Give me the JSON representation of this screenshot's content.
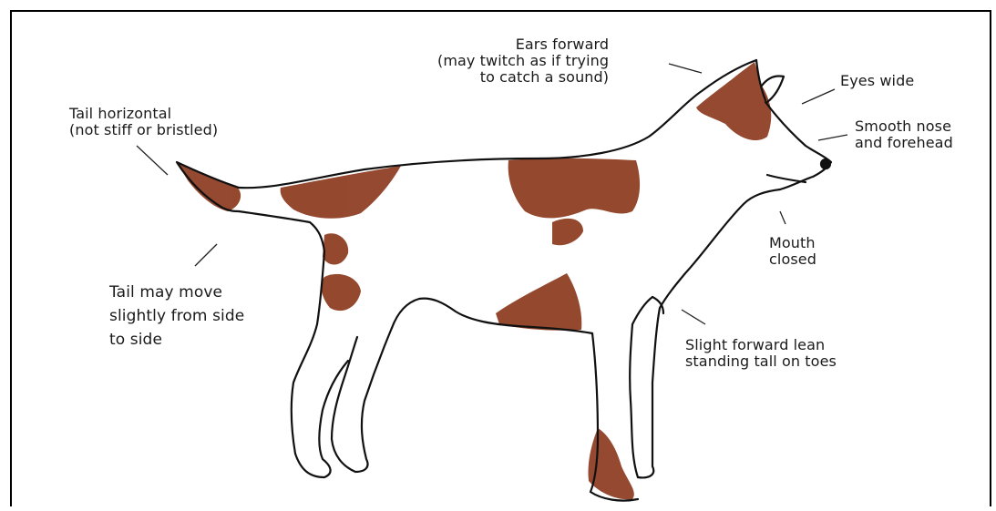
{
  "diagram": {
    "labels": {
      "ears": {
        "lines": [
          "Ears forward",
          "(may twitch as if trying",
          "to catch a sound)"
        ]
      },
      "eyes": {
        "lines": [
          "Eyes wide"
        ]
      },
      "nose": {
        "lines": [
          "Smooth nose",
          "and forehead"
        ]
      },
      "tail_horizontal": {
        "lines": [
          "Tail horizontal",
          "(not stiff or bristled)"
        ]
      },
      "mouth": {
        "lines": [
          "Mouth",
          "closed"
        ]
      },
      "tail_move": {
        "lines": [
          "Tail may move",
          "slightly from side",
          "to side"
        ]
      },
      "lean": {
        "lines": [
          "Slight forward lean",
          "standing tall on toes"
        ]
      }
    },
    "colors": {
      "patch": "#8b3a1e",
      "outline": "#111111",
      "frame": "#000000"
    }
  }
}
